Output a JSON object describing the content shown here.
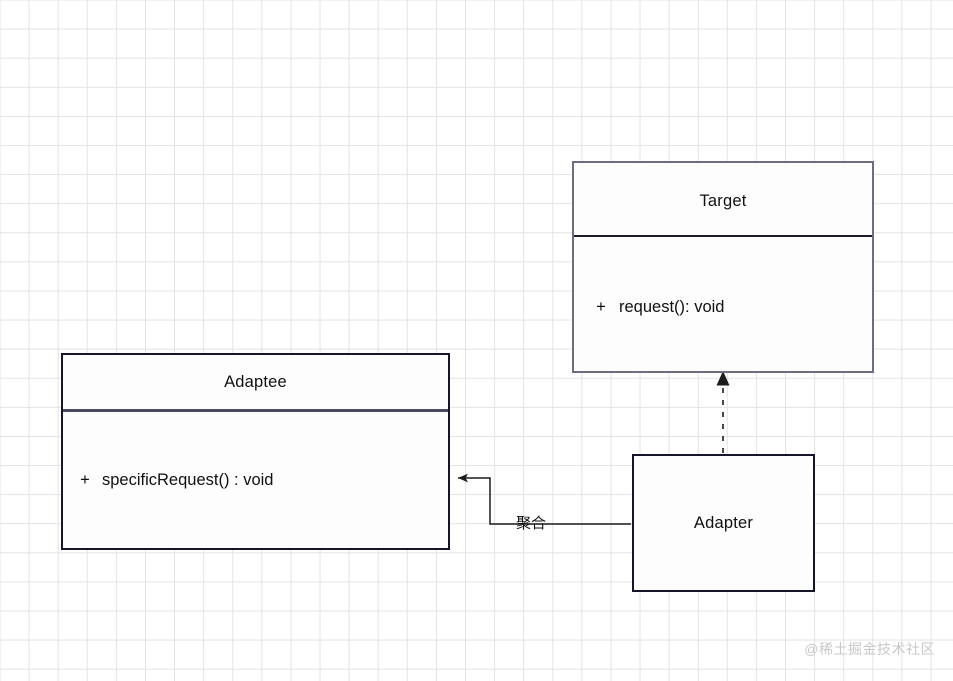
{
  "diagram": {
    "kind": "uml-class-diagram",
    "title_hint": "Adapter Pattern",
    "classes": [
      {
        "id": "target",
        "name": "Target",
        "members": [
          {
            "visibility": "+",
            "signature": "request(): void"
          }
        ]
      },
      {
        "id": "adaptee",
        "name": "Adaptee",
        "members": [
          {
            "visibility": "+",
            "signature": "specificRequest() : void"
          }
        ]
      },
      {
        "id": "adapter",
        "name": "Adapter",
        "members": []
      }
    ],
    "relations": [
      {
        "id": "realization",
        "from": "adapter",
        "to": "target",
        "style": "dashed",
        "arrow": "hollow-triangle",
        "label": ""
      },
      {
        "id": "aggregation",
        "from": "adapter",
        "to": "adaptee",
        "style": "solid",
        "arrow": "filled-arrow",
        "label": "聚合"
      }
    ]
  },
  "colors": {
    "grid_line": "#e3e3e3",
    "target_border": "#6d6d82",
    "dark_border": "#15152b",
    "divider": "#1b1b32",
    "connector": "#1b1b1b",
    "text": "#111111",
    "watermark": "#c8c8c8",
    "canvas": "#ffffff"
  },
  "watermark": {
    "text": "@稀土掘金技术社区"
  }
}
